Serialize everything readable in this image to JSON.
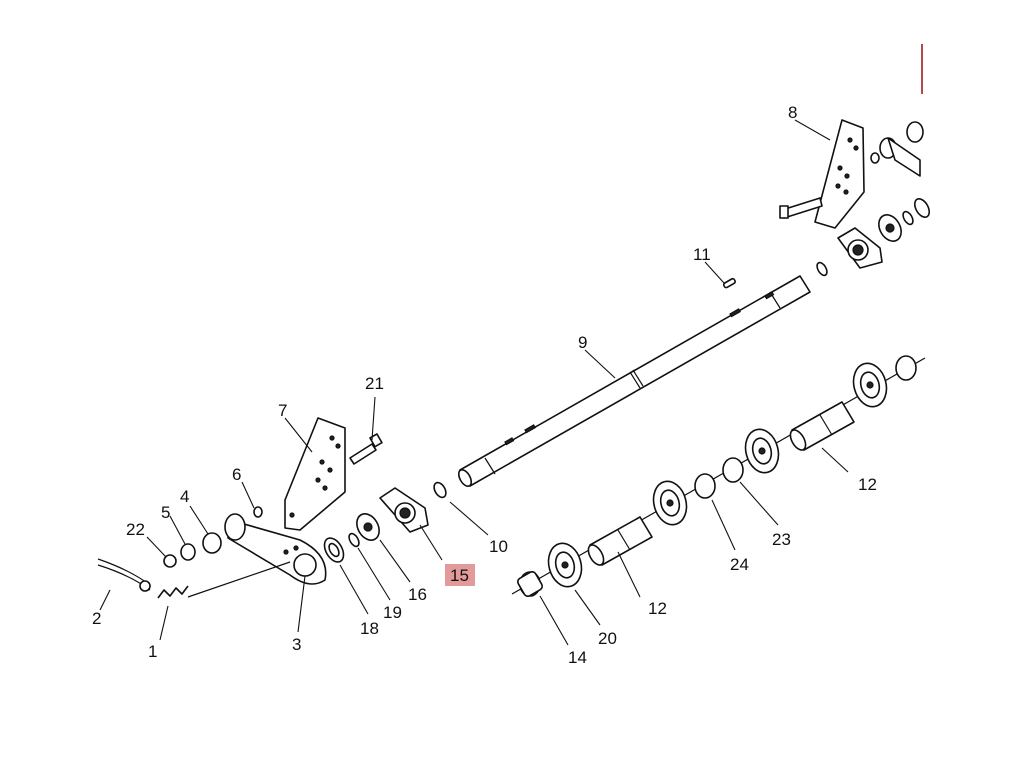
{
  "diagram": {
    "callouts": {
      "p1": "1",
      "p2": "2",
      "p3": "3",
      "p4": "4",
      "p5": "5",
      "p6": "6",
      "p7": "7",
      "p8": "8",
      "p9": "9",
      "p10": "10",
      "p11": "11",
      "p12a": "12",
      "p12b": "12",
      "p14": "14",
      "p15": "15",
      "p16": "16",
      "p18": "18",
      "p19": "19",
      "p20": "20",
      "p21": "21",
      "p22": "22",
      "p23": "23",
      "p24": "24"
    },
    "highlighted_callout": "15",
    "highlight_color": "#e29a9a"
  }
}
